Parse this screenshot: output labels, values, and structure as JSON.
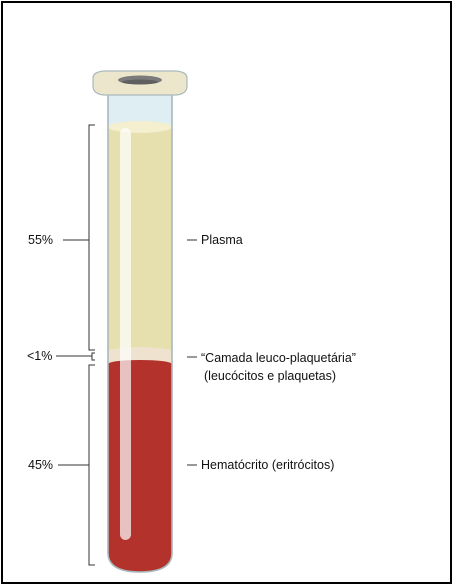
{
  "colors": {
    "plasma": "#e6dfae",
    "buffy_coat": "#efe3cf",
    "red_cells": "#b3322c",
    "glass": "#dfeef2",
    "glass_outline": "#a9b8bd",
    "cap": "#ece7cc",
    "bracket": "#333333"
  },
  "percentages": {
    "plasma": "55%",
    "buffy": "<1%",
    "hematocrit": "45%"
  },
  "labels": {
    "plasma": "Plasma",
    "buffy_line1": "“Camada leuco-plaquetária”",
    "buffy_line2": "(leucócitos e plaquetas)",
    "hematocrit": "Hematócrito (eritrócitos)"
  }
}
